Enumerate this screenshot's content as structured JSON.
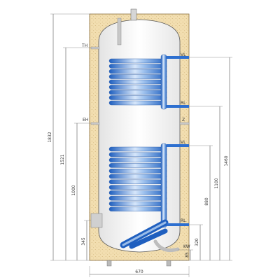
{
  "labels": {
    "th": "TH",
    "vl_top": "VL",
    "rl_top": "RL",
    "eh": "EH",
    "z": "Z",
    "vl_bottom": "VL",
    "rl_bottom": "RL",
    "kw": "KW"
  },
  "dimensions": {
    "d1832": "1832",
    "d1521": "1521",
    "d1000": "1000",
    "d345": "345",
    "d1460": "1460",
    "d1100": "1100",
    "d880": "880",
    "d320": "320",
    "d85": "85",
    "d670": "670"
  },
  "colors": {
    "insulation": "#f2deb0",
    "insulation_edge": "#8a6d3b",
    "tank_fill": "#ffffff",
    "coil_blue": "#2d6fd0",
    "coil_highlight": "#b9d3f3",
    "pipe_grey": "#bdbdbd"
  }
}
